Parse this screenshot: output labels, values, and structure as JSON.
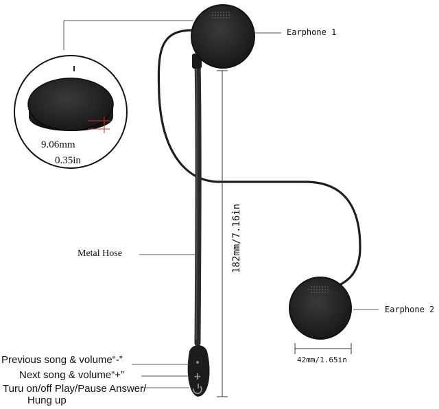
{
  "labels": {
    "earphone1": "Earphone 1",
    "earphone2": "Earphone 2",
    "earphone_width": "42mm/1.65in",
    "thickness_mm": "9.06mm",
    "thickness_in": "0.35in",
    "hose": "Metal Hose",
    "length": "182mm/7.16in",
    "button_prev": "Previous song & volume“-”",
    "button_next": "Next song & volume“+”",
    "button_power_line1": "Turu on/off Play/Pause Answer/",
    "button_power_line2": "Hung up"
  },
  "colors": {
    "device": "#2a2a2a",
    "leader_line": "#555555",
    "accent_red": "#d03030"
  }
}
